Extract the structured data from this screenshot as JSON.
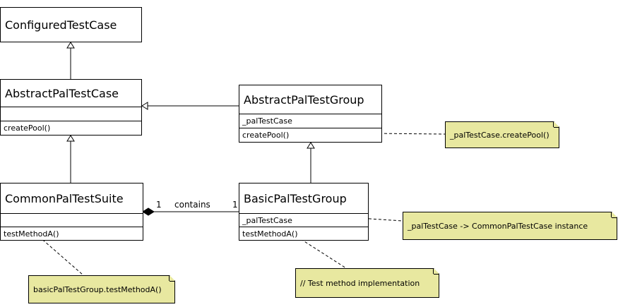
{
  "classes": {
    "configured": {
      "name": "ConfiguredTestCase"
    },
    "abstract_case": {
      "name": "AbstractPalTestCase",
      "attribute": "",
      "operation": "createPool()"
    },
    "abstract_group": {
      "name": "AbstractPalTestGroup",
      "attribute": "_palTestCase",
      "operation": "createPool()"
    },
    "suite": {
      "name": "CommonPalTestSuite",
      "attribute": "",
      "operation": "testMethodA()"
    },
    "basic_group": {
      "name": "BasicPalTestGroup",
      "attribute": "_palTestCase",
      "operation": "testMethodA()"
    }
  },
  "association": {
    "label": "contains",
    "left_multiplicity": "1",
    "right_multiplicity": "1"
  },
  "notes": {
    "create_pool": "_palTestCase.createPool()",
    "instance": "_palTestCase -> CommonPalTestCase instance",
    "suite_method": "basicPalTestGroup.testMethodA()",
    "implementation": "// Test method implementation"
  },
  "colors": {
    "note_fill": "#e8e8a0",
    "line": "#000000"
  }
}
